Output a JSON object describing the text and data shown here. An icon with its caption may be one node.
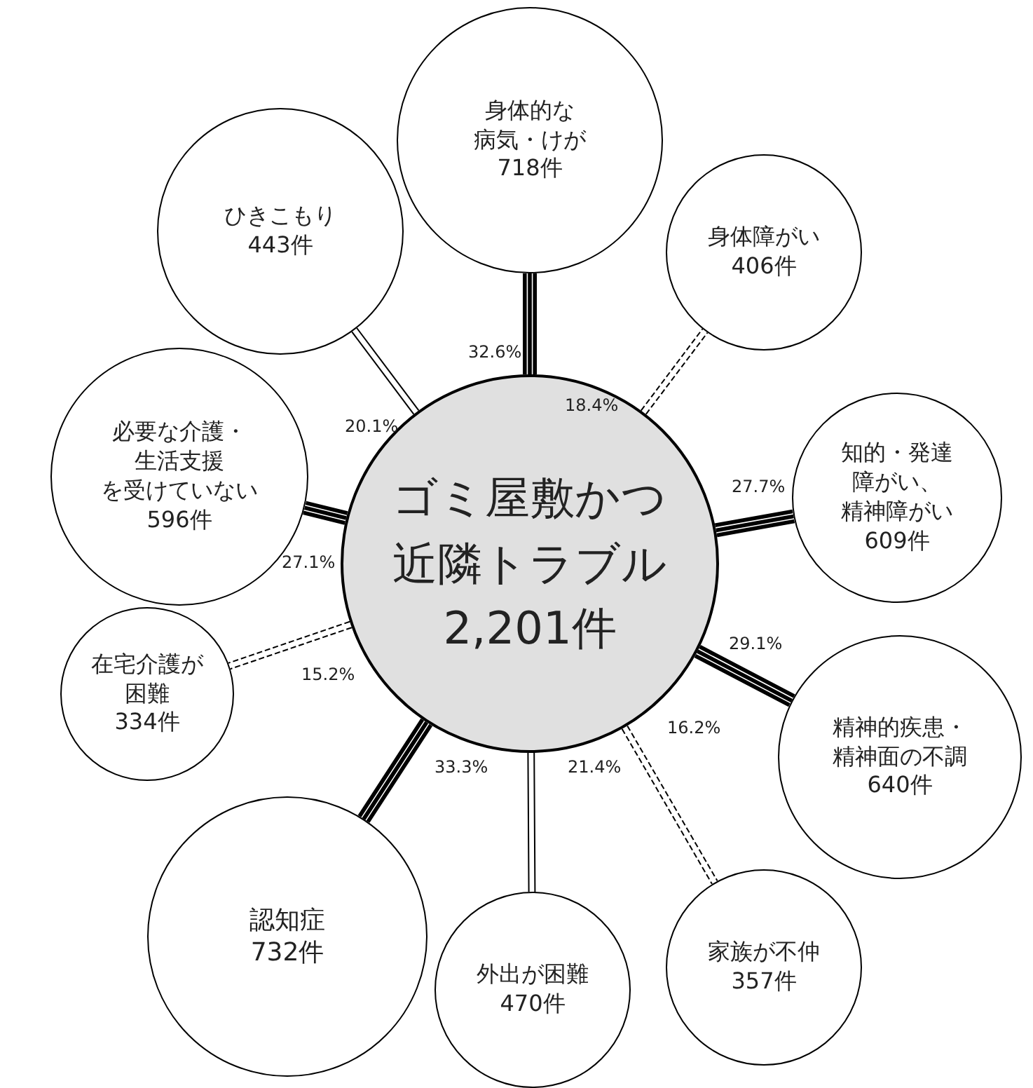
{
  "diagram": {
    "nodes": [
      {
        "text": [
          "ゴミ屋敷かつ近隣トラブル",
          "2,201件"
        ]
      },
      {
        "text": [
          "身体的な病気・けが",
          "718件"
        ]
      },
      {
        "text": [
          "身体障がい",
          "406件"
        ]
      },
      {
        "text": [
          "知的・発達障がい、精神障がい",
          "609件"
        ]
      },
      {
        "text": [
          "精神的疾患・精神面の不調",
          "640件"
        ]
      },
      {
        "text": [
          "家族が不仲",
          "357件"
        ]
      },
      {
        "text": [
          "外出が困難",
          "470件"
        ]
      },
      {
        "text": [
          "認知症",
          "732件"
        ]
      },
      {
        "text": [
          "在宅介護が困難",
          "334件"
        ]
      },
      {
        "text": [
          "必要な介護・生活支援を受けていない",
          "596件"
        ]
      },
      {
        "text": [
          "ひきこもり",
          "443件"
        ]
      }
    ],
    "edges": [
      {
        "from": 0,
        "to": 1,
        "arrow": "none",
        "label": "32.6%",
        "style": "thick"
      },
      {
        "from": 0,
        "to": 2,
        "arrow": "none",
        "label": "18.4%",
        "style": "dashed"
      },
      {
        "from": 0,
        "to": 3,
        "arrow": "none",
        "label": "27.7%",
        "style": "thick"
      },
      {
        "from": 0,
        "to": 4,
        "arrow": "none",
        "label": "29.1%",
        "style": "thick"
      },
      {
        "from": 0,
        "to": 5,
        "arrow": "none",
        "label": "16.2%",
        "style": "dashed"
      },
      {
        "from": 0,
        "to": 6,
        "arrow": "none",
        "label": "21.4%"
      },
      {
        "from": 0,
        "to": 7,
        "arrow": "none",
        "label": "33.3%",
        "style": "thick"
      },
      {
        "from": 0,
        "to": 8,
        "arrow": "none",
        "label": "15.2%",
        "style": "dashed"
      },
      {
        "from": 0,
        "to": 9,
        "arrow": "none",
        "label": "27.1%",
        "style": "thick"
      },
      {
        "from": 0,
        "to": 10,
        "arrow": "none",
        "label": "20.1%"
      }
    ]
  }
}
